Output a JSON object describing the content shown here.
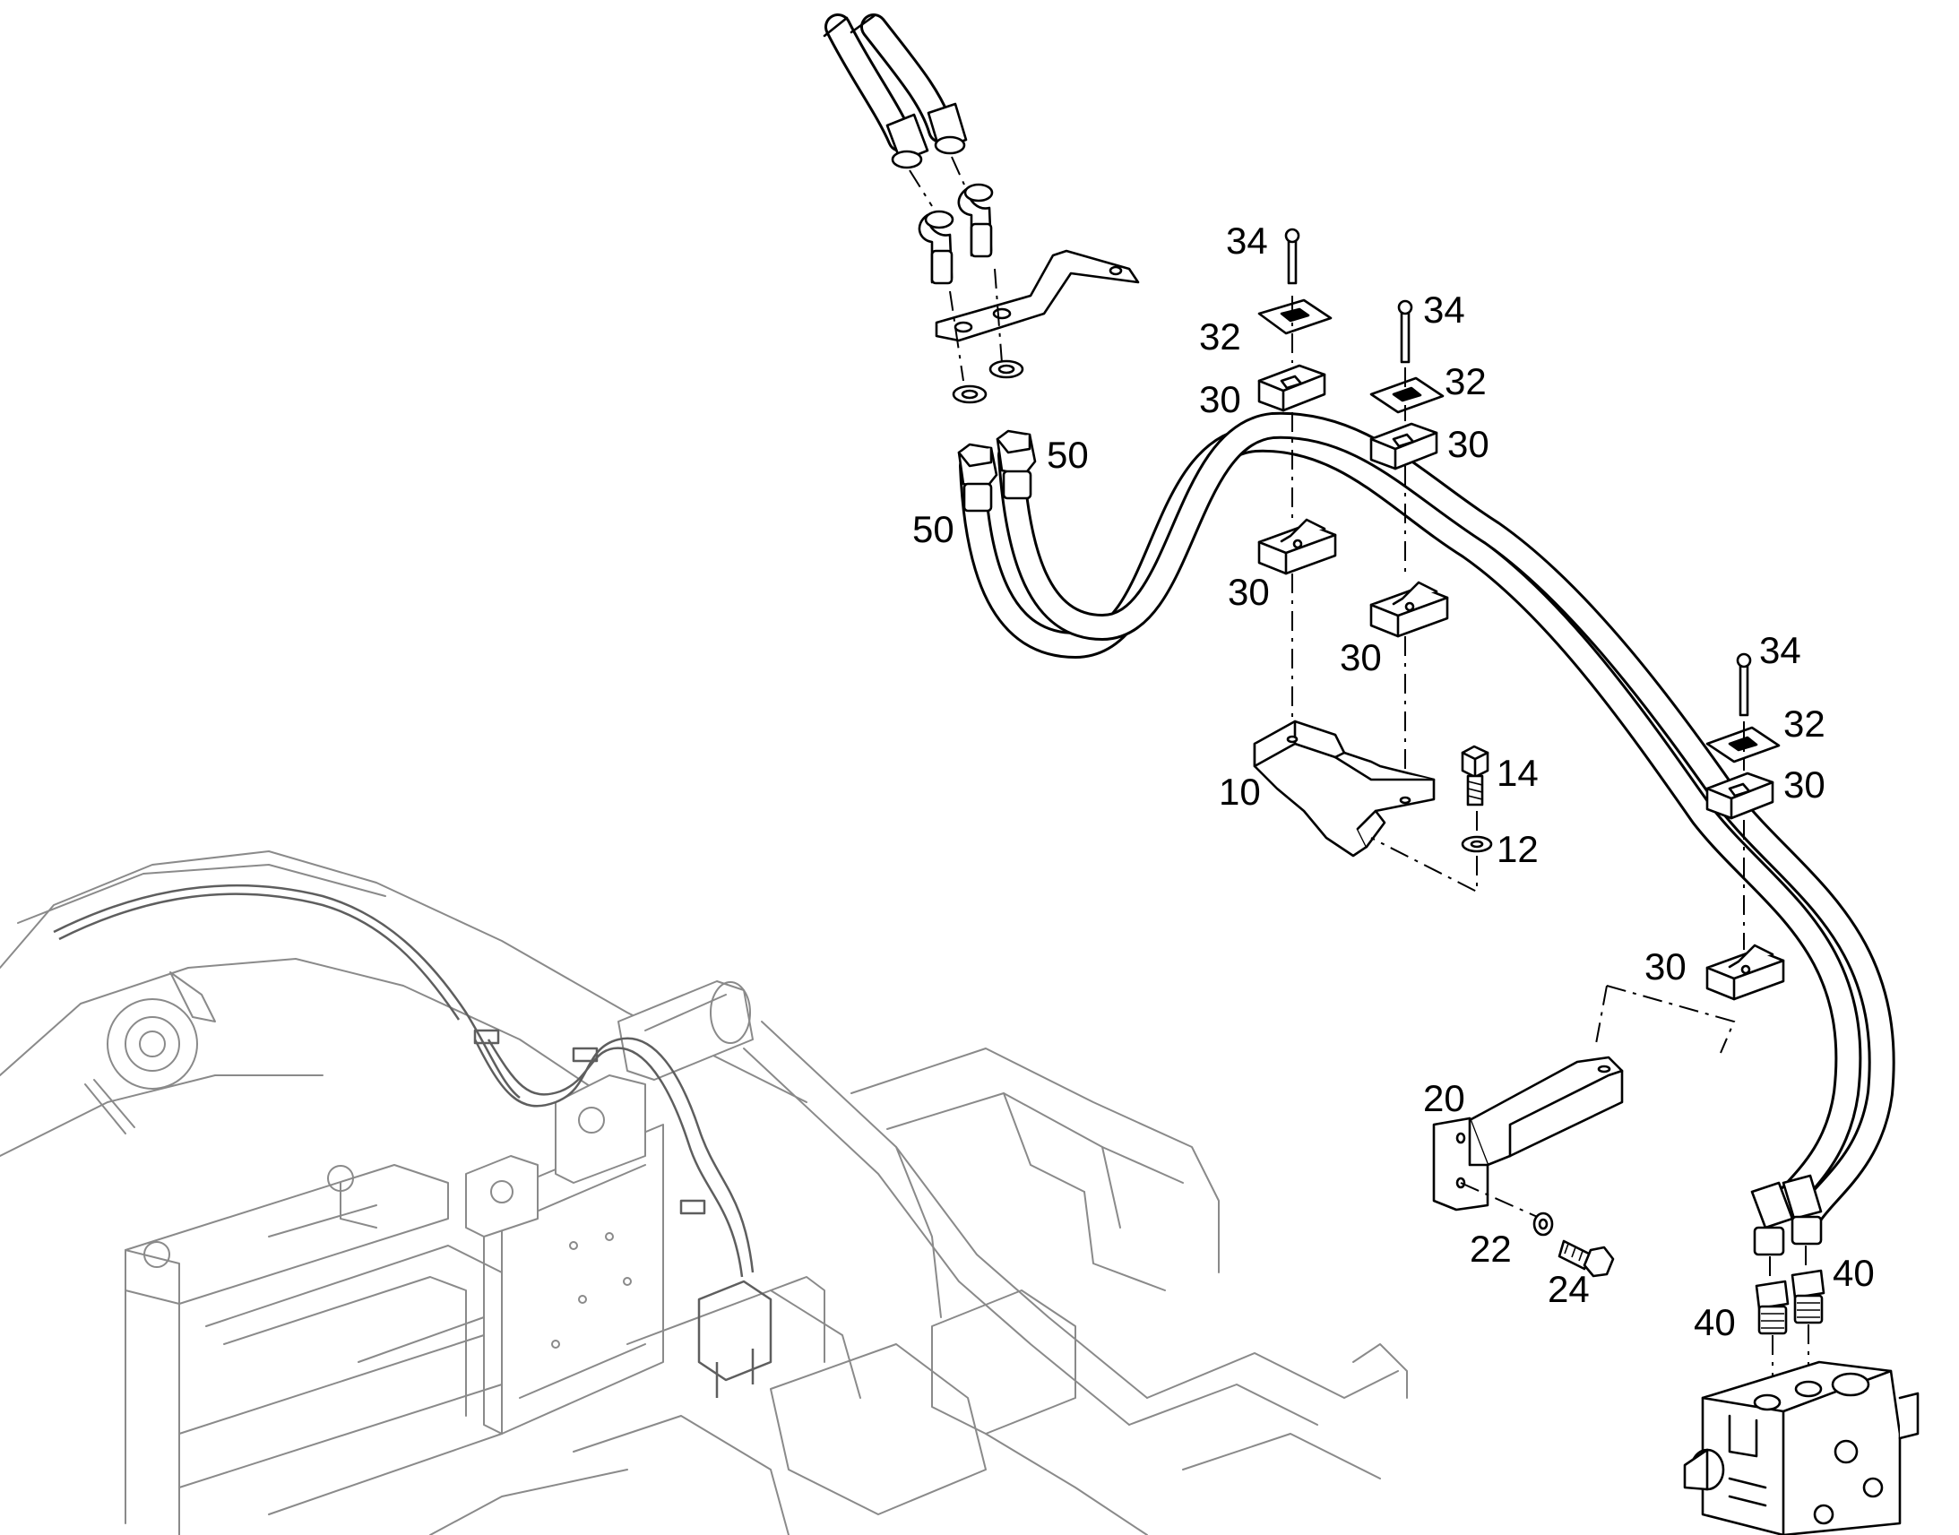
{
  "callouts": {
    "c10": "10",
    "c12": "12",
    "c14": "14",
    "c20": "20",
    "c22": "22",
    "c24": "24",
    "c30_a": "30",
    "c30_b": "30",
    "c30_c": "30",
    "c30_d": "30",
    "c30_e": "30",
    "c30_f": "30",
    "c32_a": "32",
    "c32_b": "32",
    "c32_c": "32",
    "c34_a": "34",
    "c34_b": "34",
    "c34_c": "34",
    "c40_a": "40",
    "c40_b": "40",
    "c50_a": "50",
    "c50_b": "50"
  },
  "colors": {
    "line": "#000000",
    "background_machine": "#8a8a8a",
    "paper": "#ffffff"
  }
}
